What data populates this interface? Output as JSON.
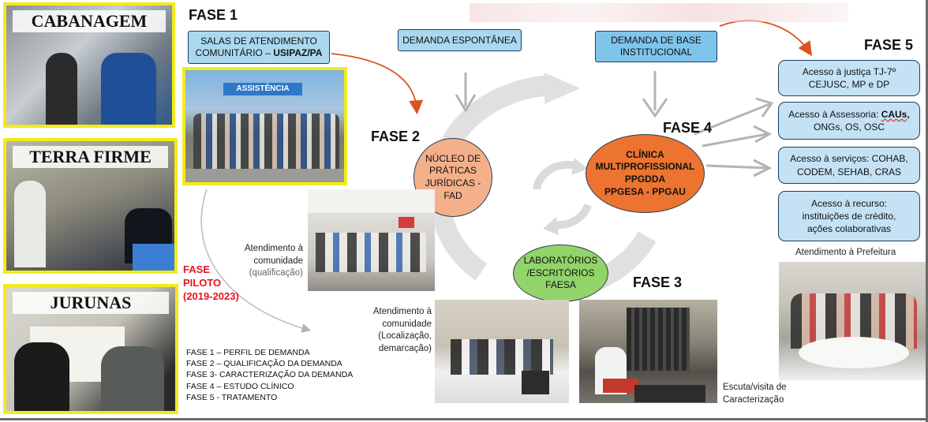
{
  "photos": {
    "cabanagem": "CABANAGEM",
    "terra_firme": "TERRA FIRME",
    "jurunas": "JURUNAS",
    "banner_text": "ASSISTÊNCIA"
  },
  "phases": {
    "fase1": "FASE 1",
    "fase2": "FASE 2",
    "fase3": "FASE 3",
    "fase4": "FASE 4",
    "fase5": "FASE 5",
    "piloto_line1": "FASE",
    "piloto_line2": "PILOTO",
    "piloto_line3": "(2019-2023)"
  },
  "fase1_boxes": {
    "salas_line1": "SALAS DE ATENDIMENTO",
    "salas_line2_prefix": "COMUNITÁRIO – ",
    "salas_line2_bold": "USIPAZ/PA",
    "demanda_espontanea": "DEMANDA ESPONTÂNEA",
    "demanda_base_line1": "DEMANDA DE BASE",
    "demanda_base_line2": "INSTITUCIONAL"
  },
  "nucleo": {
    "line1": "NÚCLEO DE",
    "line2": "PRÁTICAS",
    "line3": "JURÍDICAS -",
    "line4": "FAD"
  },
  "clinica": {
    "line1": "CLÍNICA",
    "line2": "MULTIPROFISSIONAL",
    "line3": "PPGDDA",
    "line4": "PPGESA - PPGAU"
  },
  "laboratorios": {
    "line1": "LABORATÓRIOS",
    "line2": "/ESCRITÓRIOS",
    "line3": "FAESA"
  },
  "fase5_boxes": [
    {
      "line1": "Acesso à justiça TJ-7º",
      "line2": "CEJUSC, MP e DP"
    },
    {
      "line1_prefix": "Acesso à Assessoria: ",
      "line1_bold": "CAUs,",
      "line2": "ONGs, OS, OSC"
    },
    {
      "line1": "Acesso à serviços: COHAB,",
      "line2": "CODEM, SEHAB, CRAS"
    },
    {
      "line1": "Acesso à recurso:",
      "line2": "instituições de crédito,",
      "line3": "ações colaborativas"
    }
  ],
  "captions": {
    "atend_qualif_1": "Atendimento à",
    "atend_qualif_2": "comunidade",
    "atend_qualif_3": "(qualificação)",
    "atend_local_1": "Atendimento à",
    "atend_local_2": "comunidade",
    "atend_local_3": "(Localização,",
    "atend_local_4": "demarcação)",
    "escuta_1": "Escuta/visita de",
    "escuta_2": "Caracterização",
    "prefeitura": "Atendimento à Prefeitura"
  },
  "legend": [
    "FASE 1 – PERFIL DE DEMANDA",
    "FASE 2 – QUALIFICAÇÃO DA DEMANDA",
    "FASE 3- CARACTERIZAÇÃO DA DEMANDA",
    "FASE 4 – ESTUDO CLÍNICO",
    "FASE 5 - TRATAMENTO"
  ],
  "colors": {
    "photo_border": "#f2ea1d",
    "blue_box": "#aad8ef",
    "nucleo_fill": "#f4b08b",
    "clinica_fill": "#ec7430",
    "lab_fill": "#92d36a",
    "piloto_red": "#e8141b",
    "arrow_orange": "#d9541f",
    "arrow_gray": "#b4b4b4"
  }
}
